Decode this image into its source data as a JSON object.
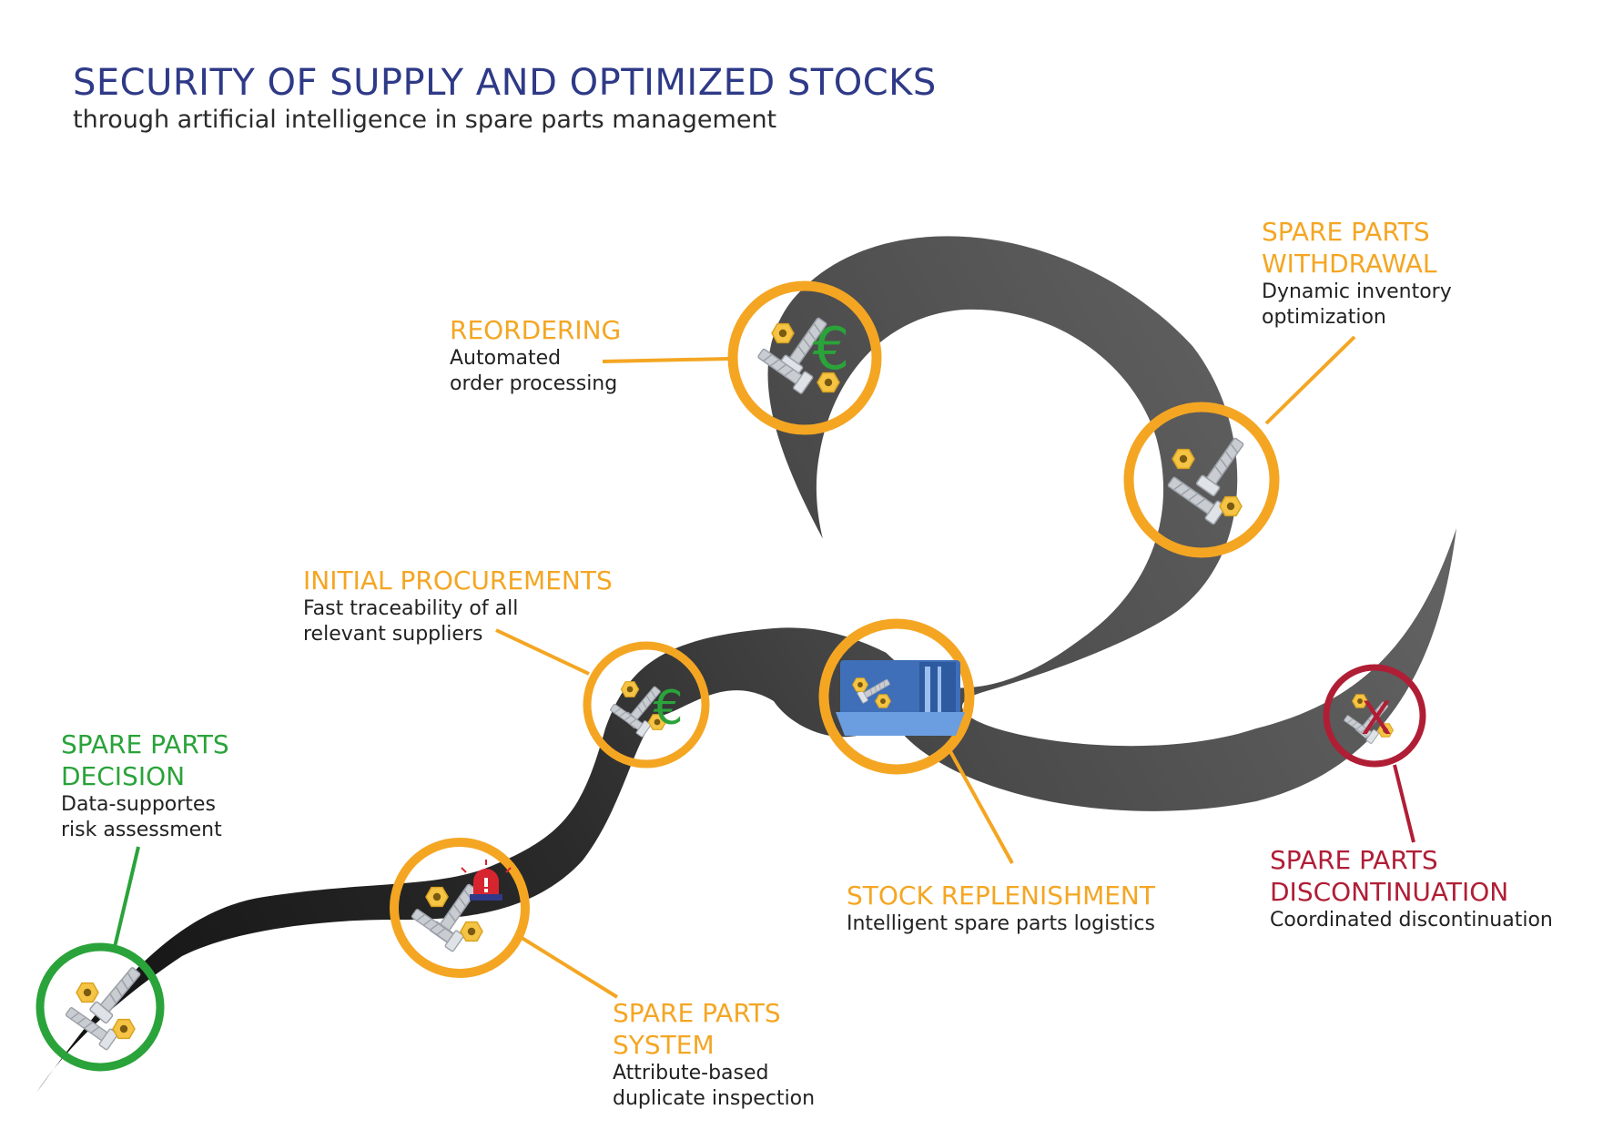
{
  "header": {
    "title": "SECURITY OF SUPPLY AND OPTIMIZED STOCKS",
    "subtitle": "through artificial intelligence in spare parts management"
  },
  "colors": {
    "title": "#2e3a87",
    "orange": "#f4a623",
    "green": "#2aa33a",
    "red": "#b01e36",
    "road_dark": "#1f1f1f",
    "road_grey": "#5f5f5f",
    "part_grey": "#c9ccd1",
    "part_yellow": "#f6c444",
    "euro_green": "#2aa33a",
    "bin_blue": "#3f6fb8"
  },
  "stations": [
    {
      "id": "decision",
      "title_lines": [
        "SPARE PARTS",
        "DECISION"
      ],
      "desc_lines": [
        "Data-supportes",
        "risk assessment"
      ],
      "color": "green",
      "icon": "bolts-nuts-icon"
    },
    {
      "id": "system",
      "title_lines": [
        "SPARE PARTS",
        "SYSTEM"
      ],
      "desc_lines": [
        "Attribute-based",
        "duplicate inspection"
      ],
      "color": "orange",
      "icon": "alarm-light-icon"
    },
    {
      "id": "initial",
      "title_lines": [
        "INITIAL PROCUREMENTS"
      ],
      "desc_lines": [
        "Fast traceability of all",
        "relevant suppliers"
      ],
      "color": "orange",
      "icon": "euro-icon"
    },
    {
      "id": "reordering",
      "title_lines": [
        "REORDERING"
      ],
      "desc_lines": [
        "Automated",
        "order processing"
      ],
      "color": "orange",
      "icon": "euro-icon"
    },
    {
      "id": "replenishment",
      "title_lines": [
        "STOCK REPLENISHMENT"
      ],
      "desc_lines": [
        "Intelligent spare parts logistics"
      ],
      "color": "orange",
      "icon": "storage-bin-icon"
    },
    {
      "id": "withdrawal",
      "title_lines": [
        "SPARE PARTS",
        "WITHDRAWAL"
      ],
      "desc_lines": [
        "Dynamic inventory",
        "optimization"
      ],
      "color": "orange",
      "icon": "bolts-nuts-icon"
    },
    {
      "id": "discontinuation",
      "title_lines": [
        "SPARE PARTS",
        "DISCONTINUATION"
      ],
      "desc_lines": [
        "Coordinated discontinuation"
      ],
      "color": "red",
      "icon": "cross-mark-icon"
    }
  ]
}
